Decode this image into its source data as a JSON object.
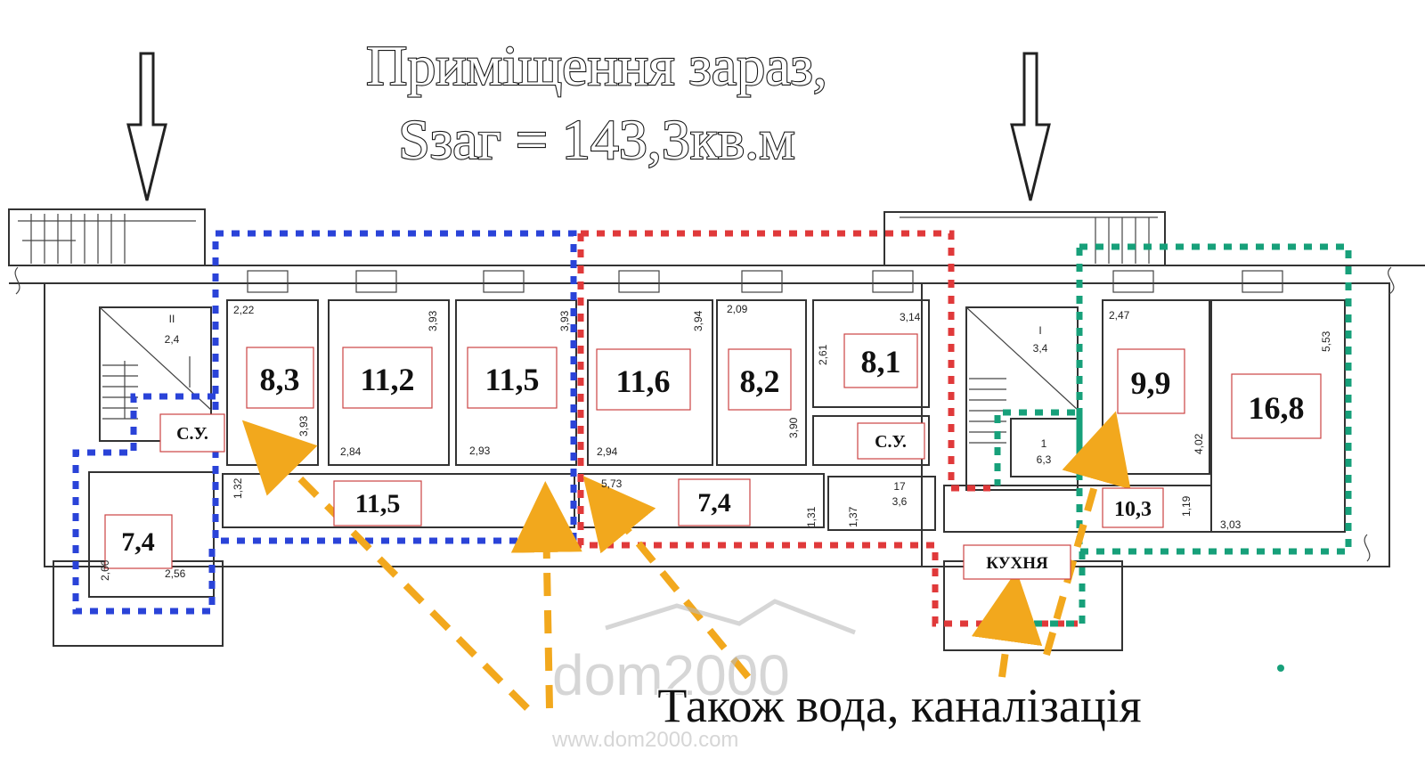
{
  "title": {
    "line1": "Приміщення зараз,",
    "line2": "Sзаг = 143,3кв.м"
  },
  "bottom_note": "Також вода, каналізація",
  "watermark": {
    "logo": "dom2000",
    "url": "www.dom2000.com"
  },
  "colors": {
    "zone_blue": "#2a43d8",
    "zone_red": "#e0393a",
    "zone_green": "#17a07a",
    "arrow_orange": "#f2a81d"
  },
  "rooms": [
    {
      "area": "8,3"
    },
    {
      "area": "11,2"
    },
    {
      "area": "11,5"
    },
    {
      "area": "11,6"
    },
    {
      "area": "8,2"
    },
    {
      "area": "8,1"
    },
    {
      "area": "9,9"
    },
    {
      "area": "16,8"
    },
    {
      "area": "11,5"
    },
    {
      "area": "7,4"
    },
    {
      "area": "7,4"
    },
    {
      "area": "10,3"
    }
  ],
  "labels": {
    "wc1": "С.У.",
    "wc2": "С.У.",
    "kitchen": "КУХНЯ"
  },
  "stair_labels": {
    "stair2_num": "II",
    "stair2_area": "2,4",
    "stair1_num": "I",
    "stair1_area": "3,4",
    "room1_num": "1",
    "room1_area": "6,3",
    "room17_num": "17",
    "room17_area": "3,6"
  },
  "dimensions": [
    "2,22",
    "3,93",
    "3,93",
    "3,93",
    "2,84",
    "2,93",
    "3,94",
    "2,09",
    "3,14",
    "2,61",
    "3,90",
    "2,94",
    "5,73",
    "1,32",
    "2,66",
    "2,56",
    "1,31",
    "1,37",
    "2,47",
    "5,53",
    "4,02",
    "1,19",
    "3,03"
  ]
}
